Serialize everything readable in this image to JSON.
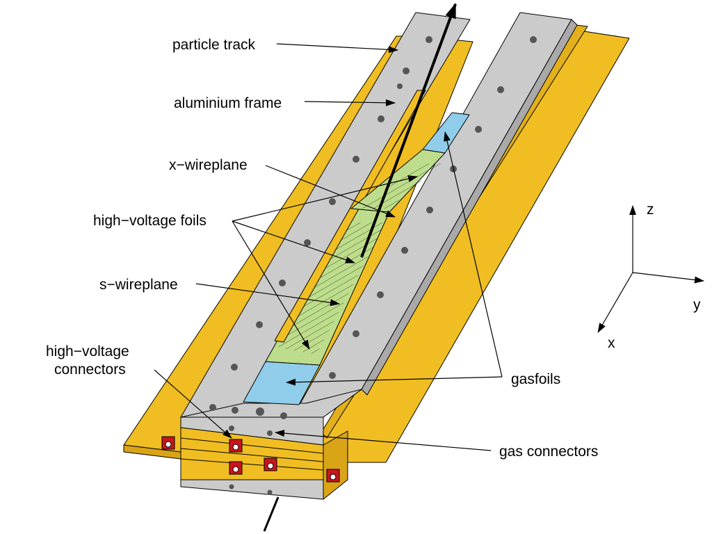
{
  "labels": {
    "particle_track": "particle track",
    "aluminium_frame": "aluminium frame",
    "x_wireplane": "x−wireplane",
    "high_voltage_foils": "high−voltage foils",
    "s_wireplane": "s−wireplane",
    "hv_connectors_line1": "high−voltage",
    "hv_connectors_line2": "connectors",
    "gasfoils": "gasfoils",
    "gas_connectors": "gas connectors"
  },
  "axes": {
    "z": "z",
    "y": "y",
    "x": "x"
  },
  "colors": {
    "gold": "#f0be22",
    "gold_dark": "#d9a416",
    "aluminium": "#cbcbcb",
    "aluminium_dark": "#a9a9a9",
    "green_foil": "#bedd8c",
    "blue_gasfoil": "#8fcdea",
    "connector_red": "#c8151b",
    "hole": "#555555"
  }
}
